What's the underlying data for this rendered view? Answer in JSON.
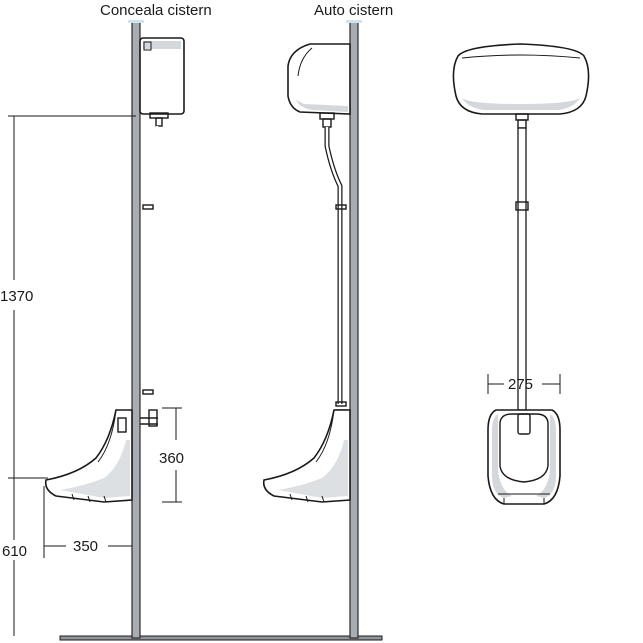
{
  "views": {
    "conceala": {
      "title": "Conceala cistern"
    },
    "auto": {
      "title": "Auto cistern"
    }
  },
  "dimensions": {
    "height_total": "1370",
    "height_bowl": "360",
    "height_floor": "610",
    "projection": "350",
    "width_front": "275"
  },
  "colors": {
    "wall": "#a7adb3",
    "floor": "#8f959b",
    "ceramic_shade": "#d4d8dc",
    "line": "#1a1a1a"
  }
}
